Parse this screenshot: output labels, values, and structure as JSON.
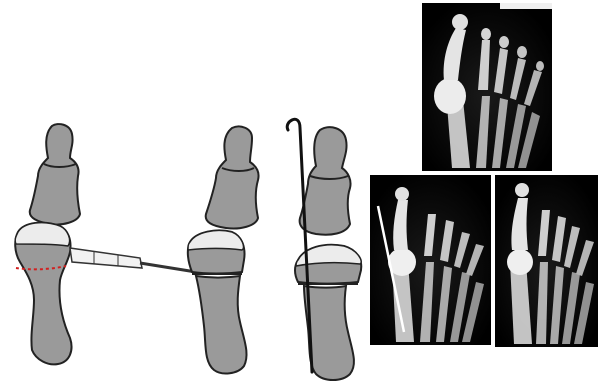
{
  "figure": {
    "panels": [
      {
        "name": "step-1-osteotomy-marking"
      },
      {
        "name": "step-2-translation-with-instrument"
      },
      {
        "name": "step-3-kirschner-wire-fixation"
      }
    ],
    "radiographs": [
      {
        "name": "xray-preoperative"
      },
      {
        "name": "xray-postoperative-with-wire"
      },
      {
        "name": "xray-follow-up"
      }
    ],
    "colors": {
      "bone": "#9a9a9a",
      "cartilage": "#ececec",
      "outline": "#222222",
      "osteotomy_line": "#d21f1f",
      "xray_background": "#050505"
    }
  }
}
